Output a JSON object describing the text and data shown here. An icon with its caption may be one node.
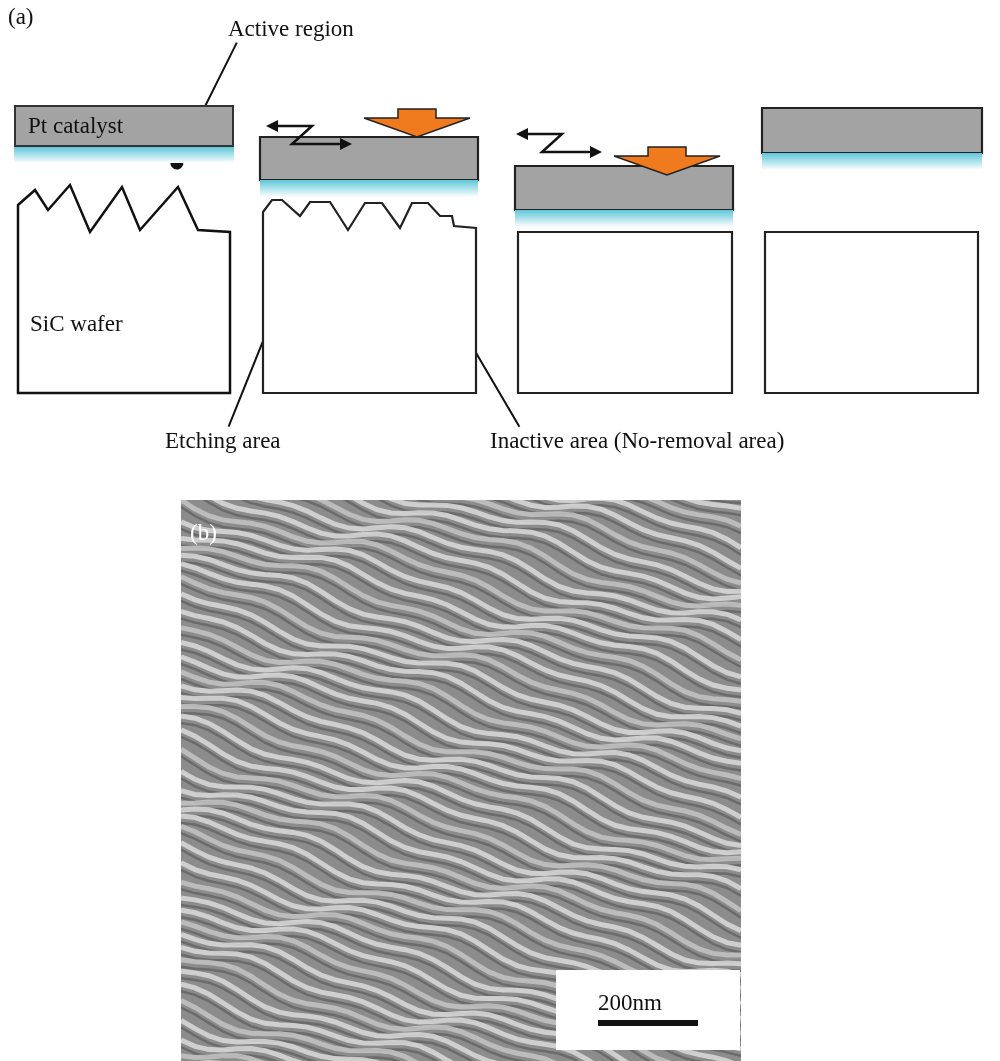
{
  "diagram": {
    "nodes": [
      {
        "text": [
          "Active region"
        ]
      },
      {
        "text": [
          "Pt catalyst"
        ]
      },
      {
        "text": [],
        "shape": "bar"
      },
      {
        "text": [
          "SiC wafer"
        ]
      },
      {
        "text": [],
        "shape": "box"
      },
      {
        "text": [],
        "shape": "bar"
      },
      {
        "text": [],
        "shape": "box"
      },
      {
        "text": [],
        "shape": "box"
      },
      {
        "text": [],
        "shape": "bar"
      },
      {
        "text": [],
        "shape": "box"
      },
      {
        "text": [],
        "shape": "box"
      },
      {
        "text": [],
        "shape": "bar"
      },
      {
        "text": [],
        "shape": "box"
      },
      {
        "text": [
          "Etching area"
        ]
      },
      {
        "text": [
          "Inactive area (No-removal area)"
        ]
      }
    ],
    "edges": [
      {
        "from": 0,
        "to": 2,
        "arrow": "other"
      },
      {
        "from": 13,
        "to": 6,
        "arrow": "to"
      },
      {
        "from": 14,
        "to": 6,
        "arrow": "to"
      }
    ],
    "labels": [
      "(a)",
      "(b)",
      "200nm"
    ]
  }
}
